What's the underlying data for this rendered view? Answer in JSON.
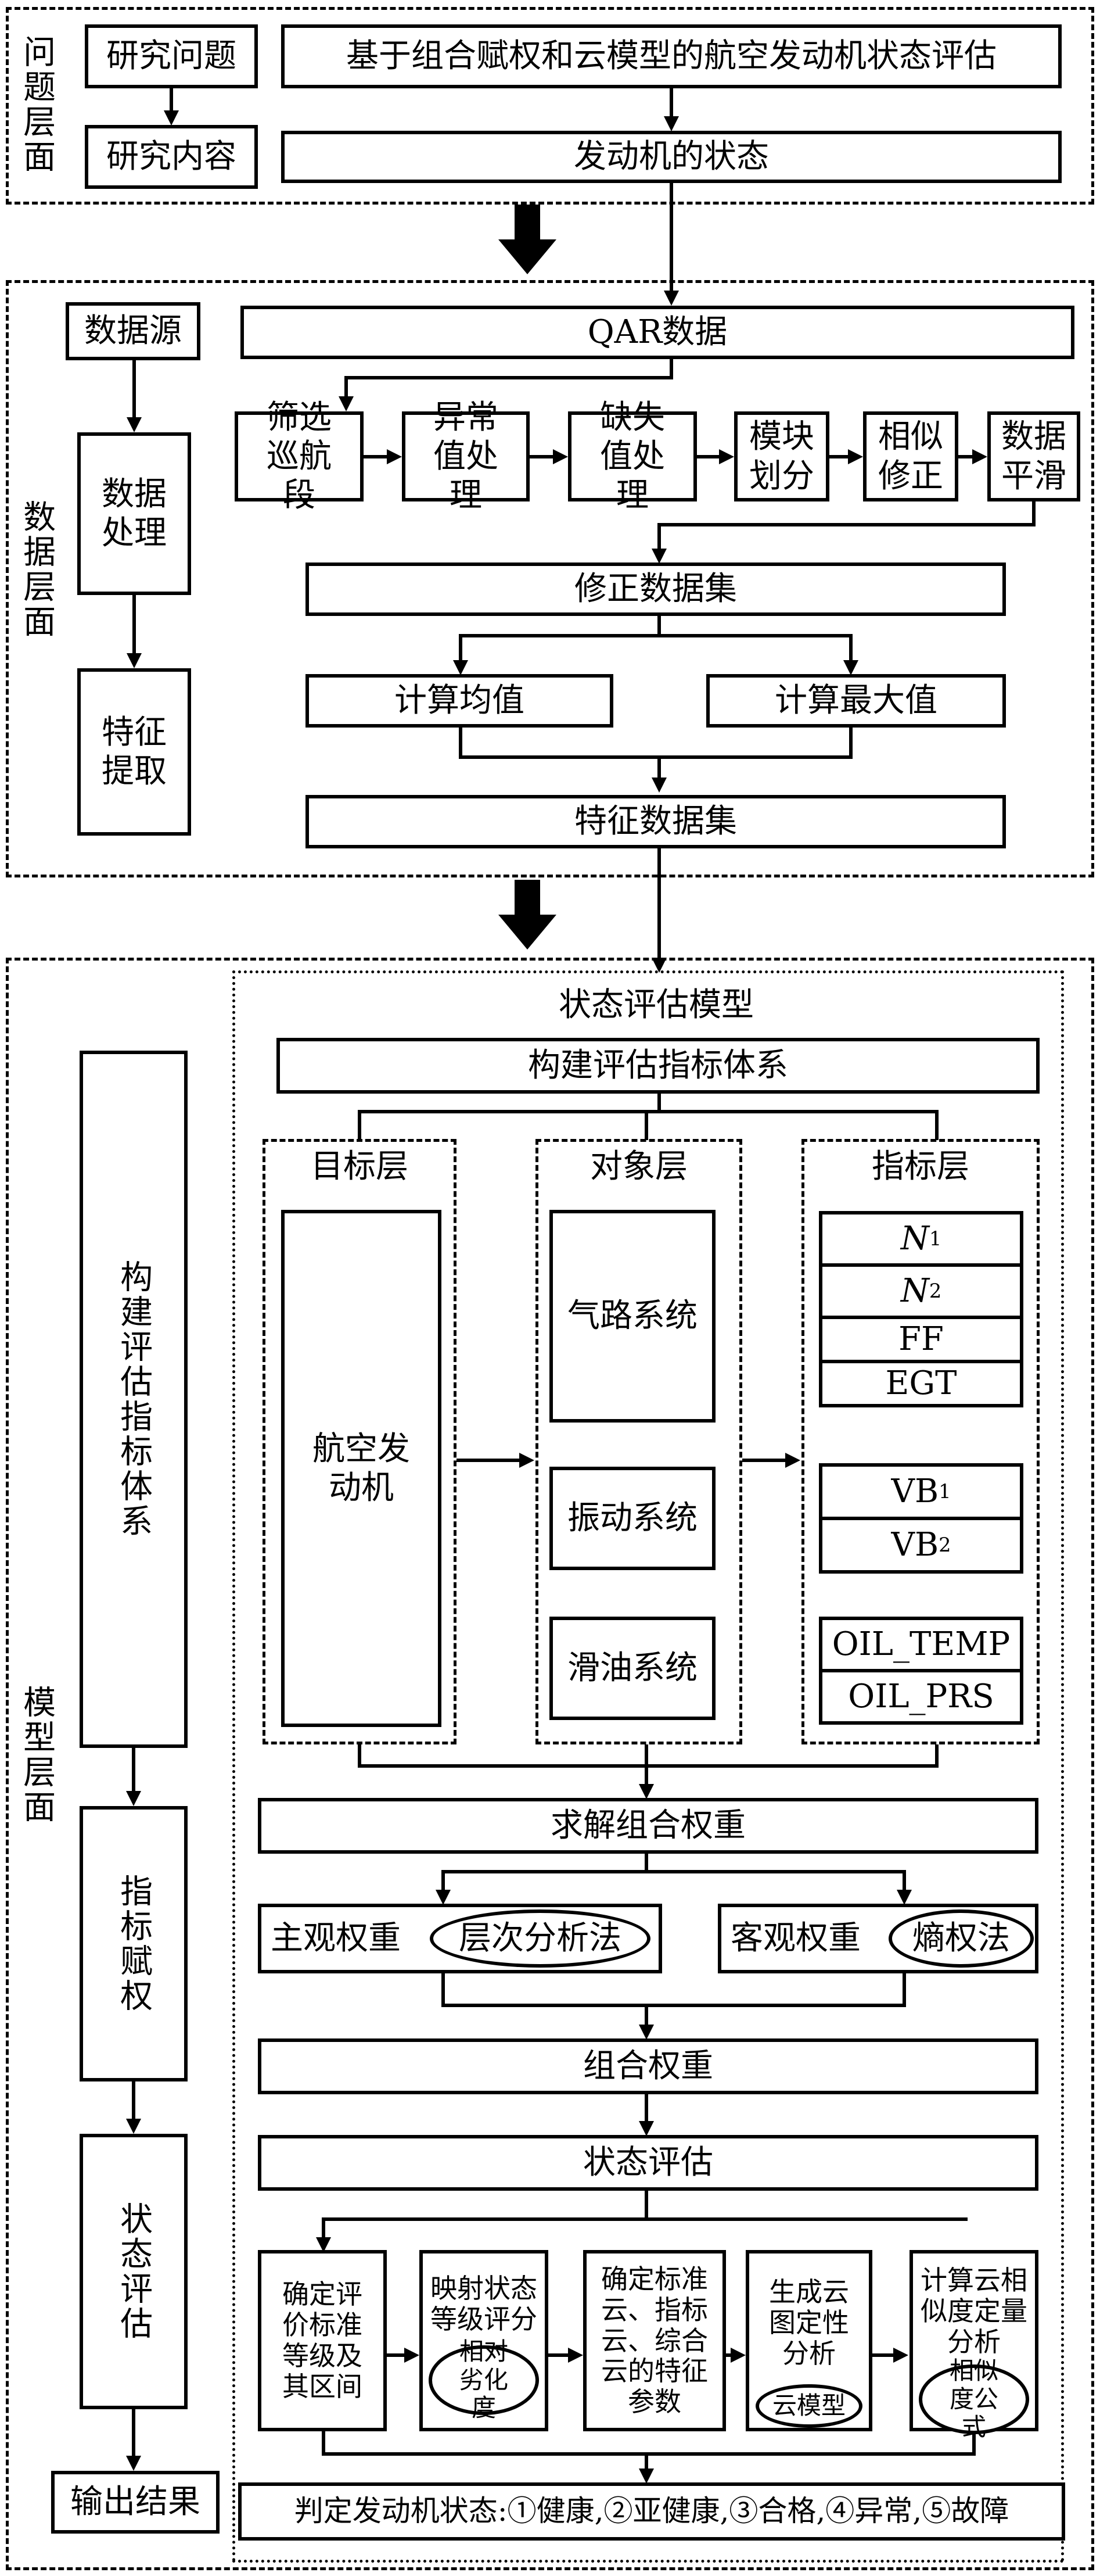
{
  "problem_layer": {
    "label": "问题层面",
    "research_question_label": "研究问题",
    "research_content_label": "研究内容",
    "title": "基于组合赋权和云模型的航空发动机状态评估",
    "engine_state": "发动机的状态"
  },
  "data_layer": {
    "label": "数据层面",
    "data_source": "数据源",
    "data_processing": "数据处理",
    "feature_extraction": "特征提取",
    "qar_data": "QAR数据",
    "steps": [
      "筛选巡航段",
      "异常值处理",
      "缺失值处理",
      "模块划分",
      "相似修正",
      "数据平滑"
    ],
    "corrected_dataset": "修正数据集",
    "calc_mean": "计算均值",
    "calc_max": "计算最大值",
    "feature_dataset": "特征数据集"
  },
  "model_layer": {
    "label": "模型层面",
    "build_index_system_side": "构建评估指标体系",
    "index_weighting": "指标赋权",
    "state_assessment_side": "状态评估",
    "output_result": "输出结果",
    "state_model_title": "状态评估模型",
    "build_index_system": "构建评估指标体系",
    "target_layer": "目标层",
    "aero_engine": "航空发动机",
    "object_layer": "对象层",
    "gas_path": "气路系统",
    "vibration": "振动系统",
    "lubrication": "滑油系统",
    "indicator_layer": "指标层",
    "indicators_gas": [
      {
        "base": "N",
        "sub": "1"
      },
      {
        "base": "N",
        "sub": "2"
      },
      {
        "base": "FF",
        "sub": ""
      },
      {
        "base": "EGT",
        "sub": ""
      }
    ],
    "indicators_vib": [
      {
        "base": "VB",
        "sub": "1"
      },
      {
        "base": "VB",
        "sub": "2"
      }
    ],
    "indicators_oil": [
      "OIL_TEMP",
      "OIL_PRS"
    ],
    "solve_combined_weight": "求解组合权重",
    "subjective_weight": "主观权重",
    "ahp": "层次分析法",
    "objective_weight": "客观权重",
    "entropy": "熵权法",
    "combined_weight": "组合权重",
    "state_assessment": "状态评估",
    "steps": [
      {
        "text": "确定评价标准等级及其区间",
        "method": ""
      },
      {
        "text": "映射状态等级评分",
        "method": "相对劣化度"
      },
      {
        "text": "确定标准云、指标云、综合云的特征参数",
        "method": ""
      },
      {
        "text": "生成云图定性分析",
        "method": "云模型"
      },
      {
        "text": "计算云相似度定量分析",
        "method": "相似度公式"
      }
    ],
    "final_judgment": "判定发动机状态:①健康,②亚健康,③合格,④异常,⑤故障"
  }
}
